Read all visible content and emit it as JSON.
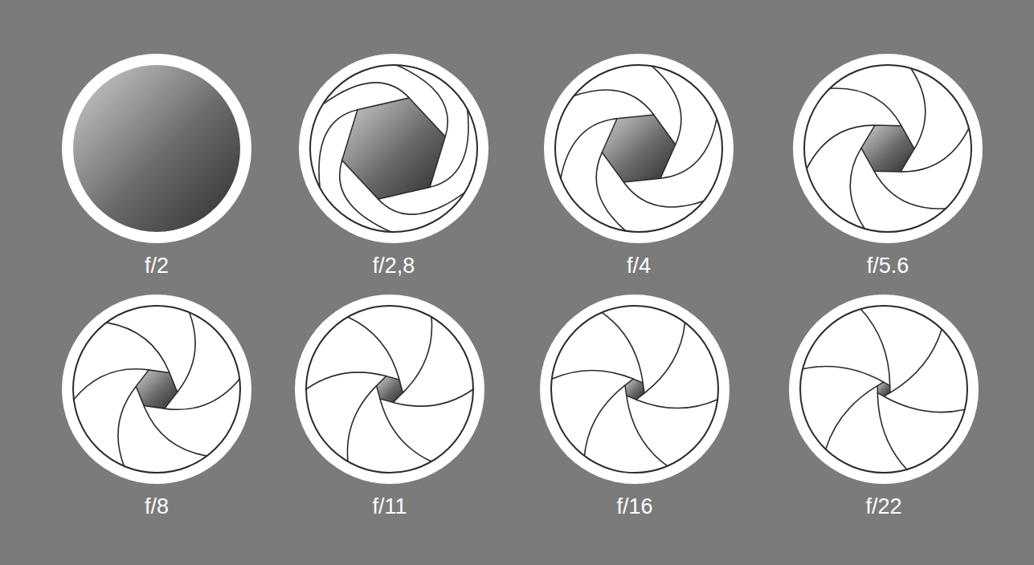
{
  "diagram": {
    "labels": [
      "f/2",
      "f/2,8",
      "f/4",
      "f/5.6",
      "f/8",
      "f/11",
      "f/16",
      "f/22"
    ]
  }
}
